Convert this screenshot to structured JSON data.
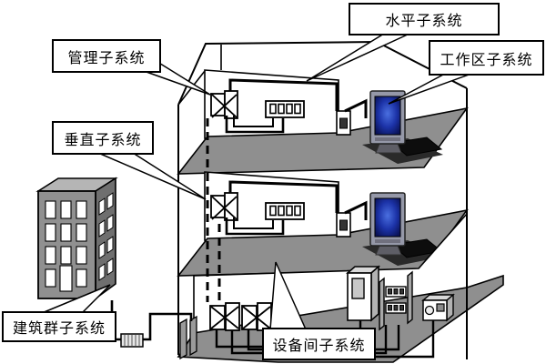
{
  "labels": {
    "management": "管理子系统",
    "vertical": "垂直子系统",
    "horizontal": "水平子系统",
    "work_area": "工作区子系统",
    "campus": "建筑群子系统",
    "equipment_room": "设备间子系统"
  },
  "colors": {
    "line": "#000000",
    "floor": "#8f8f8f",
    "wall": "#ffffff",
    "building_front": "#909090",
    "building_side": "#6f6f6f",
    "building_roof": "#b5b5b5",
    "screen_blue": "#1c33a8",
    "keyboard_black": "#0d0d0d"
  }
}
